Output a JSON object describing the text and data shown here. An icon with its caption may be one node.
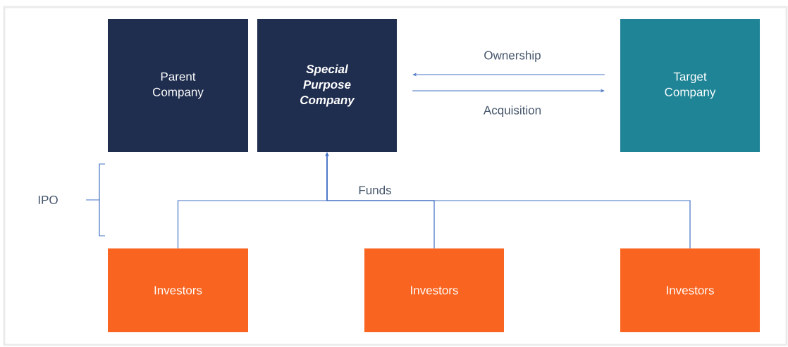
{
  "diagram": {
    "nodes": [
      {
        "text": [
          "Parent Company"
        ]
      },
      {
        "text": [
          "Special Purpose Company"
        ]
      },
      {
        "text": [
          "Target Company"
        ]
      },
      {
        "text": [
          "Investors"
        ]
      },
      {
        "text": [
          "Investors"
        ]
      },
      {
        "text": [
          "Investors"
        ]
      }
    ],
    "edges": [
      {
        "from": 2,
        "to": 1,
        "arrow": "to",
        "label": "Ownership"
      },
      {
        "from": 1,
        "to": 2,
        "arrow": "to",
        "label": "Acquisition"
      },
      {
        "from": 3,
        "to": 1,
        "arrow": "to"
      },
      {
        "from": 4,
        "to": 1,
        "arrow": "to",
        "label": "Funds"
      },
      {
        "from": 5,
        "to": 1,
        "arrow": "to"
      }
    ],
    "labels": [
      "IPO"
    ]
  }
}
